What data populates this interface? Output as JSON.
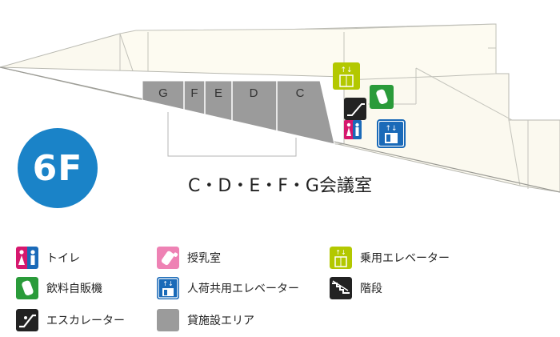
{
  "floor": {
    "label": "6F"
  },
  "rooms": {
    "partitions": [
      "G",
      "F",
      "E",
      "D",
      "C"
    ],
    "title": "C・D・E・F・G会議室"
  },
  "legend": {
    "items": [
      {
        "icon": "restroom-icon",
        "label": "トイレ",
        "color": "#d6186e"
      },
      {
        "icon": "nursing-room-icon",
        "label": "授乳室",
        "color": "#ee82b4"
      },
      {
        "icon": "passenger-elevator-icon",
        "label": "乗用エレベーター",
        "color": "#b3c800"
      },
      {
        "icon": "vending-machine-icon",
        "label": "飲料自販機",
        "color": "#2a9b3a"
      },
      {
        "icon": "shared-elevator-icon",
        "label": "人荷共用エレベーター",
        "color": "#1a6ab8"
      },
      {
        "icon": "stairs-icon",
        "label": "階段",
        "color": "#222222"
      },
      {
        "icon": "escalator-icon",
        "label": "エスカレーター",
        "color": "#222222"
      },
      {
        "icon": "rental-area-swatch",
        "label": "貸施設エリア",
        "color": "#9b9b9b"
      }
    ]
  }
}
